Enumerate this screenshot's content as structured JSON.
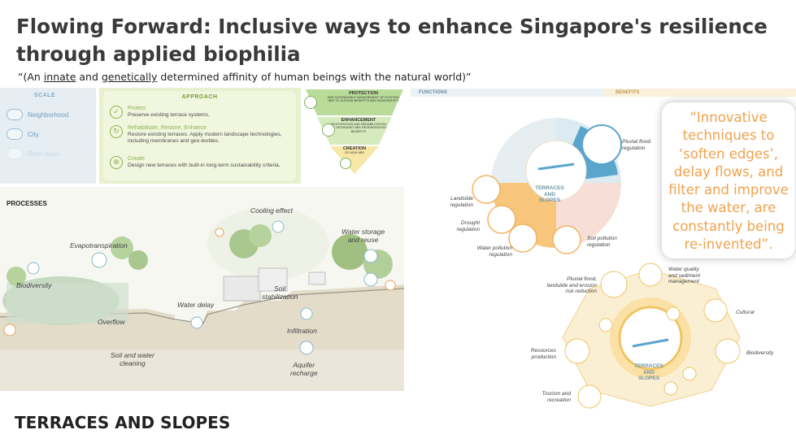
{
  "title": "Flowing Forward: Inclusive ways to enhance Singapore's resilience through applied biophilia",
  "subtitle": {
    "open": "“(An ",
    "word1": "innate",
    "mid1": " and ",
    "word2": "genetically",
    "rest": " determined affinity of human beings with the natural world)”"
  },
  "scale": {
    "heading": "SCALE",
    "items": [
      "Neighborhood",
      "City",
      "River basin"
    ]
  },
  "approach": {
    "heading": "APPROACH",
    "items": [
      {
        "name": "Protect",
        "desc": "Preserve existing terrace systems."
      },
      {
        "name": "Rehabilitate, Restore, Enhance",
        "desc": "Restore existing terraces. Apply modern landscape technologies, including membranes and geo-textiles."
      },
      {
        "name": "Create",
        "desc": "Design new terraces with built-in long-term sustainability criteria."
      }
    ]
  },
  "hierarchy": {
    "protection": {
      "label": "PROTECTION",
      "sub": "AND SUSTAINABLE MANAGEMENT OF EXISTING NBS TO SUSTAIN BENEFITS AND BIODIVERSITY"
    },
    "enhancement": {
      "label": "ENHANCEMENT",
      "sub": "RESTORATION AND REHABILITATION OF DEGRADED NBS REGENERATING BENEFITS"
    },
    "creation": {
      "label": "CREATION",
      "sub": "OF NEW NBS"
    }
  },
  "processes": {
    "heading": "PROCESSES",
    "labels": {
      "cooling": "Cooling effect",
      "water_storage": "Water storage\nand reuse",
      "evapo": "Evapotranspiration",
      "biodiversity": "Biodiversity",
      "soil_stab": "Soil\nstabilization",
      "water_delay": "Water delay",
      "overflow": "Overflow",
      "infiltration": "Infiltration",
      "soil_water": "Soil and water\ncleaning",
      "aquifer": "Aquifer\nrecharge"
    }
  },
  "functions_header": "FUNCTIONS",
  "benefits_header": "BENEFITS",
  "functions_diagram": {
    "center": "TERRACES AND\nSLOPES",
    "labels": {
      "pluvial": "Pluvial flood\nregulation",
      "landslide": "Landslide\nregulation",
      "drought": "Drought\nregulation",
      "water_pollution": "Water pollution\nregulation",
      "soil_pollution": "Soil pollution\nregulation"
    }
  },
  "benefits_diagram": {
    "center": "TERRACES AND\nSLOPES",
    "labels": {
      "pluvial": "Pluvial flood,\nlandslide and erosion\nrisk reduction",
      "water_quality": "Water quality\nand sediment\nmanagement",
      "cultural": "Cultural",
      "biodiversity": "Biodiversity",
      "resources": "Resources\nproduction",
      "tourism": "Tourism and\nrecreation"
    }
  },
  "quote": "“Innovative techniques to ‘soften edges’, delay flows, and filter and improve the water, are constantly being re-invented”.",
  "footer": "TERRACES AND SLOPES",
  "colors": {
    "accent_orange": "#f0a24c",
    "func_blue": "#5aa5cc",
    "func_orange": "#f7c57c",
    "approach_green": "#8fb24a"
  }
}
